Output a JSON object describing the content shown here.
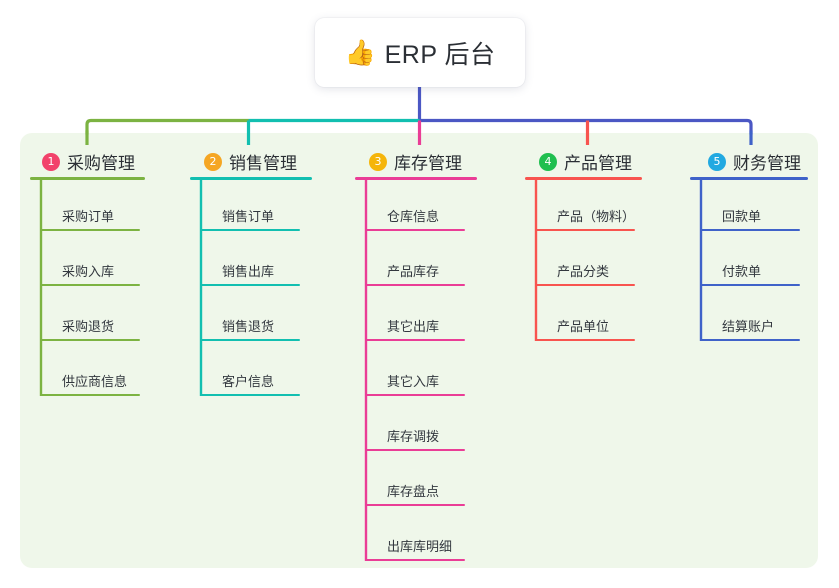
{
  "root": {
    "icon": "thumbs-up-emoji",
    "emoji": "👍",
    "title": "ERP 后台"
  },
  "theme": {
    "panel_bg": "#eff7ea",
    "page_bg": "#ffffff",
    "root_text": "#2b2f35",
    "trunk_color": "#4b57c4"
  },
  "columns": [
    {
      "number": "1",
      "title": "采购管理",
      "badge_color": "#f2426b",
      "line_color": "#7cb342",
      "items": [
        {
          "label": "采购订单"
        },
        {
          "label": "采购入库"
        },
        {
          "label": "采购退货"
        },
        {
          "label": "供应商信息"
        }
      ]
    },
    {
      "number": "2",
      "title": "销售管理",
      "badge_color": "#f5a623",
      "line_color": "#12bfb0",
      "items": [
        {
          "label": "销售订单"
        },
        {
          "label": "销售出库"
        },
        {
          "label": "销售退货"
        },
        {
          "label": "客户信息"
        }
      ]
    },
    {
      "number": "3",
      "title": "库存管理",
      "badge_color": "#f5b50a",
      "line_color": "#ea3d96",
      "items": [
        {
          "label": "仓库信息"
        },
        {
          "label": "产品库存"
        },
        {
          "label": "其它出库"
        },
        {
          "label": "其它入库"
        },
        {
          "label": "库存调拨"
        },
        {
          "label": "库存盘点"
        },
        {
          "label": "出库库明细"
        }
      ]
    },
    {
      "number": "4",
      "title": "产品管理",
      "badge_color": "#1fbf4f",
      "line_color": "#f8544f",
      "items": [
        {
          "label": "产品（物料）"
        },
        {
          "label": "产品分类"
        },
        {
          "label": "产品单位"
        }
      ]
    },
    {
      "number": "5",
      "title": "财务管理",
      "badge_color": "#21a9e1",
      "line_color": "#3f62c9",
      "items": [
        {
          "label": "回款单"
        },
        {
          "label": "付款单"
        },
        {
          "label": "结算账户"
        }
      ]
    }
  ]
}
